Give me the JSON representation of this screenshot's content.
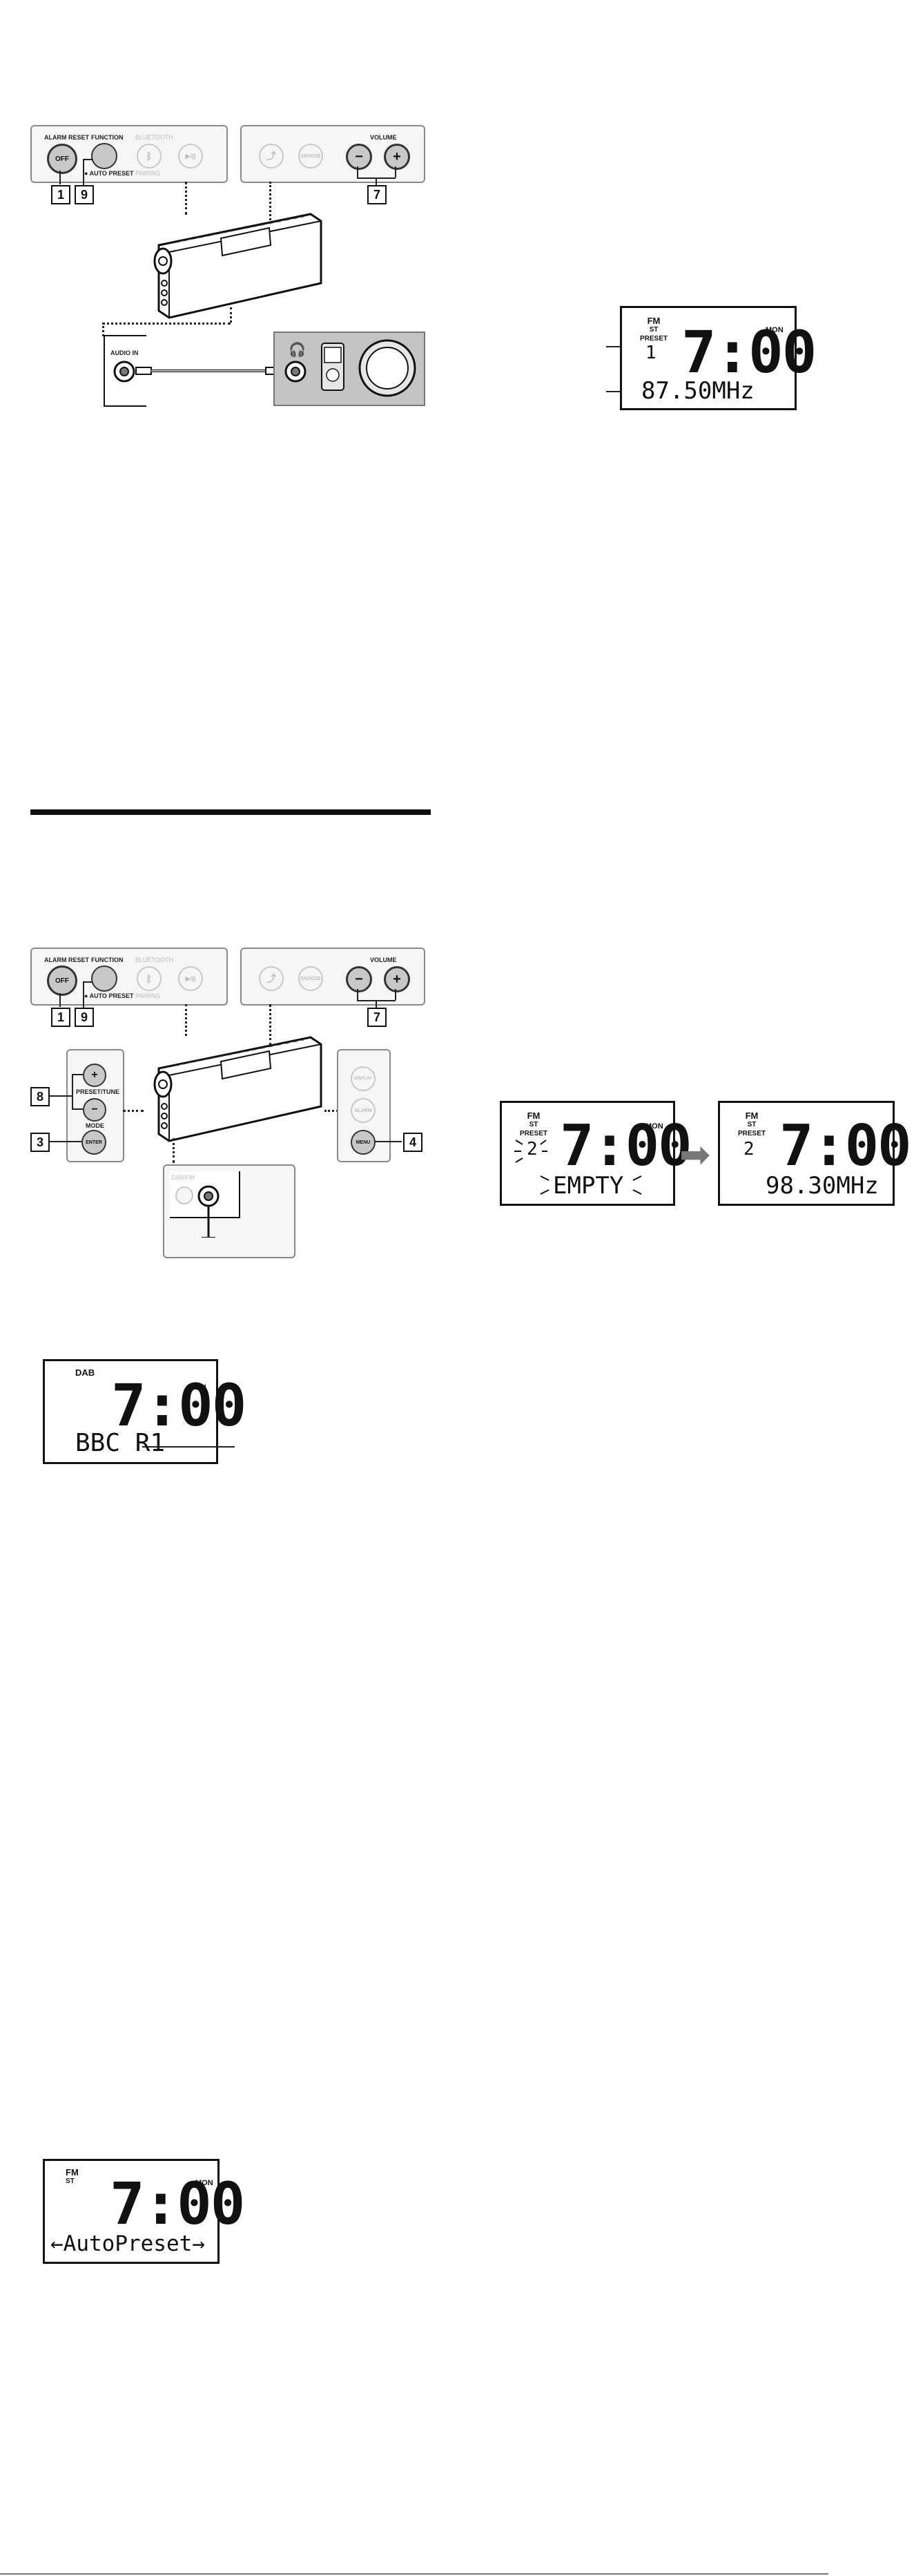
{
  "fig1": {
    "panel_left": {
      "alarm_reset_label": "ALARM RESET",
      "off_label": "OFF",
      "function_label": "FUNCTION",
      "auto_preset_label": "● AUTO PRESET",
      "bluetooth_label": "BLUETOOTH",
      "pairing_label": "PAIRING",
      "play_pause_glyph": "▶/||"
    },
    "panel_right": {
      "volume_label": "VOLUME",
      "minus_glyph": "−",
      "plus_glyph": "+",
      "snooze_label": "SNOOZE"
    },
    "callouts": [
      "1",
      "9",
      "7"
    ],
    "audio_in_label": "AUDIO IN"
  },
  "lcd1": {
    "mode": [
      "FM",
      "ST",
      "PRESET"
    ],
    "preset_number": "1",
    "time": "7:00",
    "day": "MON",
    "bottom": "87.50MHz"
  },
  "fig2": {
    "panel_left": {
      "alarm_reset_label": "ALARM RESET",
      "off_label": "OFF",
      "function_label": "FUNCTION",
      "auto_preset_label": "● AUTO PRESET",
      "bluetooth_label": "BLUETOOTH",
      "pairing_label": "PAIRING",
      "play_pause_glyph": "▶/||"
    },
    "panel_right": {
      "volume_label": "VOLUME",
      "minus_glyph": "−",
      "plus_glyph": "+",
      "snooze_label": "SNOOZE"
    },
    "callouts_top": [
      "1",
      "9",
      "7"
    ],
    "side_left": {
      "preset_tune_label": "PRESET/TUNE",
      "mode_label": "MODE",
      "enter_label": "ENTER",
      "up_glyph": "+",
      "down_glyph": "−",
      "callouts": [
        "8",
        "3"
      ]
    },
    "side_right": {
      "display_label": "DISPLAY",
      "alarm_label": "ALARM",
      "menu_label": "MENU",
      "callout": "4"
    },
    "bottom_label": "DAB/FM"
  },
  "lcd_empty": {
    "mode": [
      "FM",
      "ST",
      "PRESET"
    ],
    "preset_number": "2",
    "time": "7:00",
    "day": "MON",
    "bottom": "EMPTY"
  },
  "lcd_filled": {
    "mode": [
      "FM",
      "ST",
      "PRESET"
    ],
    "preset_number": "2",
    "time": "7:00",
    "bottom": "98.30MHz"
  },
  "arrow_glyph": "➡",
  "lcd_dab": {
    "mode": [
      "DAB"
    ],
    "time": "7:00",
    "day": "MON",
    "bottom": "BBC R1"
  },
  "lcd_auto": {
    "mode": [
      "FM",
      "ST"
    ],
    "time": "7:00",
    "day": "MON",
    "bottom": "←AutoPreset→"
  }
}
